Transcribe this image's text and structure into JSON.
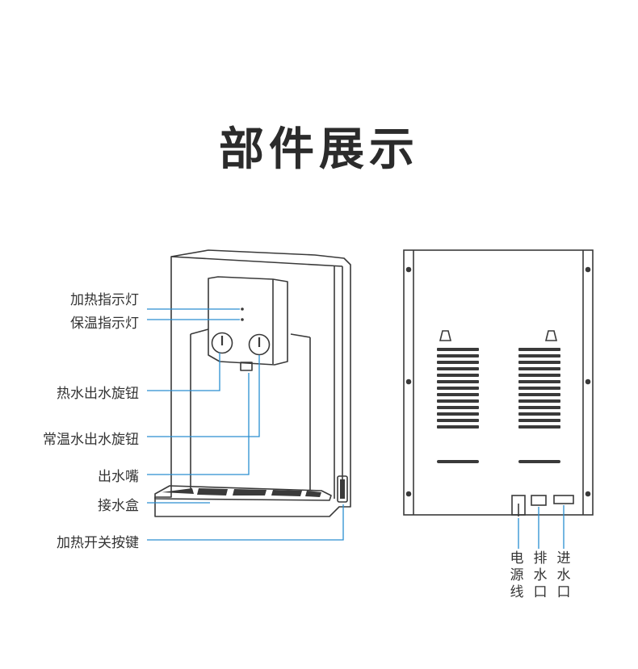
{
  "title": "部件展示",
  "colors": {
    "leader": "#2a8ed1",
    "outline": "#3a3a3a",
    "text": "#333333"
  },
  "front_labels": {
    "heat_indicator": "加热指示灯",
    "warm_indicator": "保温指示灯",
    "hot_knob": "热水出水旋钮",
    "normal_knob": "常温水出水旋钮",
    "spout": "出水嘴",
    "drip_tray": "接水盒",
    "heat_switch": "加热开关按键"
  },
  "rear_labels": {
    "power_cord": "电源线",
    "drain": "排水口",
    "inlet": "进水口"
  }
}
